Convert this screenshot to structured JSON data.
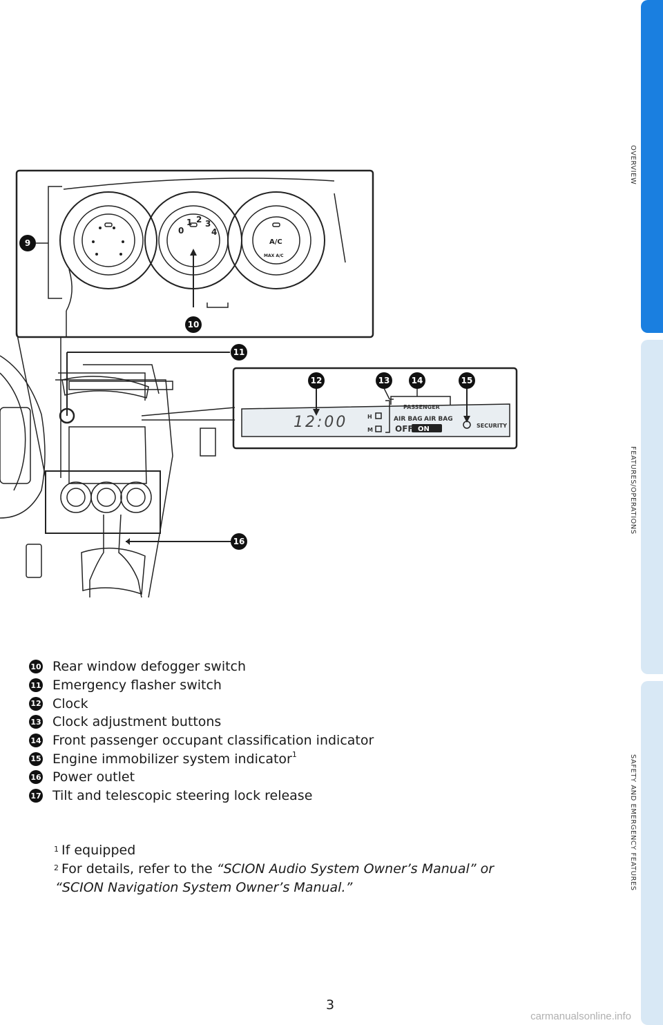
{
  "side_tabs": [
    "OVERVIEW",
    "FEATURES/OPERATIONS",
    "SAFETY AND EMERGENCY FEATURES"
  ],
  "figure": {
    "callouts": [
      "9",
      "10",
      "11",
      "12",
      "13",
      "14",
      "15",
      "16"
    ],
    "dial_numbers": [
      "0",
      "1",
      "2",
      "3",
      "4"
    ],
    "ac_label": "A/C",
    "max_ac_label": "MAX A/C",
    "display": {
      "clock": "12:00",
      "h_label": "H",
      "m_label": "M",
      "passenger": "PASSENGER",
      "airbag_left": "AIR BAG",
      "airbag_right": "AIR BAG",
      "off": "OFF",
      "on": "ON",
      "security": "SECURITY"
    }
  },
  "legend": [
    {
      "num": "10",
      "text": "Rear window defogger switch",
      "sup": ""
    },
    {
      "num": "11",
      "text": "Emergency flasher switch",
      "sup": ""
    },
    {
      "num": "12",
      "text": "Clock",
      "sup": ""
    },
    {
      "num": "13",
      "text": "Clock adjustment buttons",
      "sup": ""
    },
    {
      "num": "14",
      "text": "Front passenger occupant classification indicator",
      "sup": ""
    },
    {
      "num": "15",
      "text": "Engine immobilizer system indicator",
      "sup": "1"
    },
    {
      "num": "16",
      "text": "Power outlet",
      "sup": ""
    },
    {
      "num": "17",
      "text": "Tilt and telescopic steering lock release",
      "sup": ""
    }
  ],
  "footnotes": {
    "fn1_mark": "1",
    "fn1_text": "If equipped",
    "fn2_mark": "2",
    "fn2_lead": "For details, refer to the ",
    "fn2_italic1": "“SCION Audio System Owner’s Manual” or",
    "fn2_italic2": "“SCION Navigation System Owner’s Manual.”"
  },
  "page_number": "3",
  "watermark": "carmanualsonline.info"
}
